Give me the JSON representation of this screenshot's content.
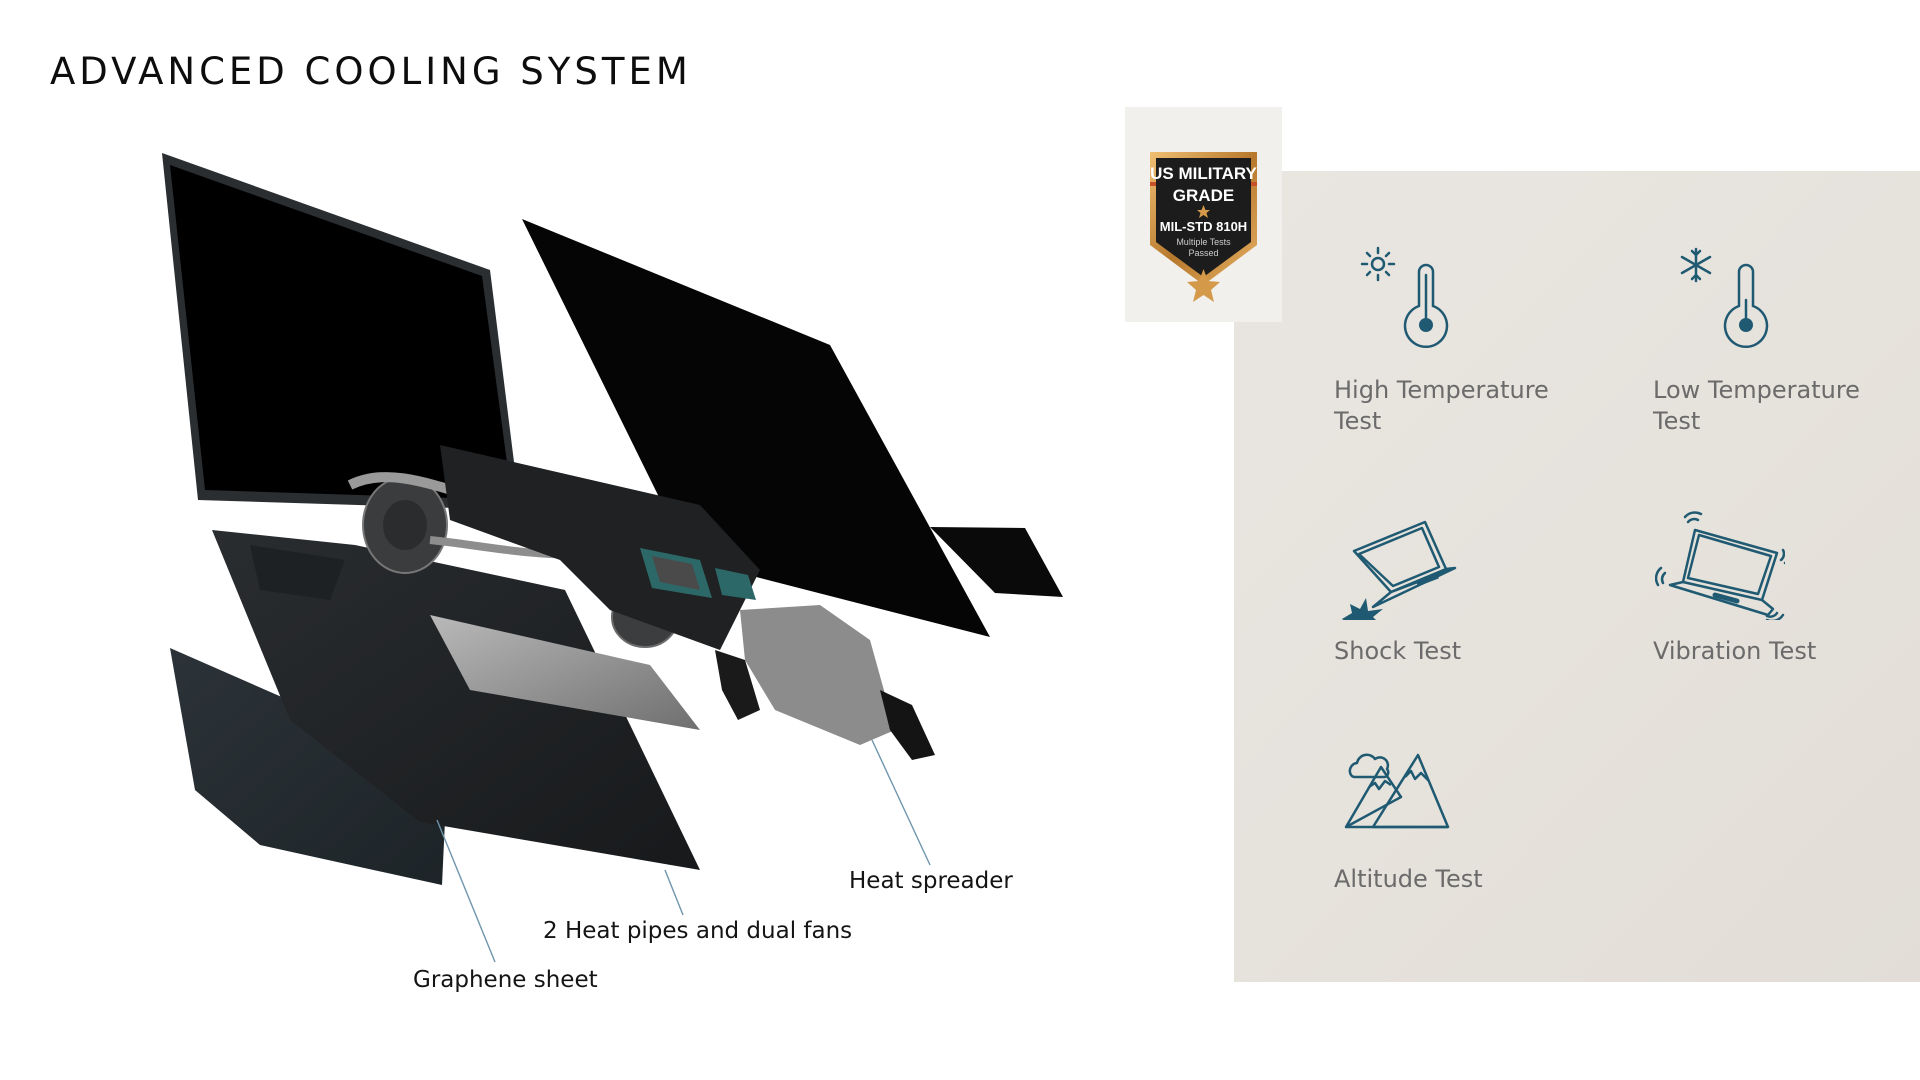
{
  "page": {
    "title": "ADVANCED COOLING SYSTEM"
  },
  "diagram": {
    "callouts": [
      {
        "label": "Heat spreader"
      },
      {
        "label": "2 Heat pipes and dual fans"
      },
      {
        "label": "Graphene sheet"
      }
    ],
    "leader_color": "#6f95ad"
  },
  "badge": {
    "line1": "US MILITARY",
    "line2": "GRADE",
    "standard": "MIL-STD 810H",
    "subtitle_line1": "Multiple Tests",
    "subtitle_line2": "Passed",
    "colors": {
      "gold": "#c8913a",
      "dark": "#1c1c1c",
      "star": "#d49a4a"
    }
  },
  "tests": {
    "icon_color": "#1f5a72",
    "items": [
      {
        "icon": "high-temperature-icon",
        "label_line1": "High Temperature",
        "label_line2": "Test"
      },
      {
        "icon": "low-temperature-icon",
        "label_line1": "Low Temperature",
        "label_line2": "Test"
      },
      {
        "icon": "shock-test-icon",
        "label_line1": "Shock Test",
        "label_line2": ""
      },
      {
        "icon": "vibration-test-icon",
        "label_line1": "Vibration Test",
        "label_line2": ""
      },
      {
        "icon": "altitude-test-icon",
        "label_line1": "Altitude Test",
        "label_line2": ""
      }
    ]
  }
}
